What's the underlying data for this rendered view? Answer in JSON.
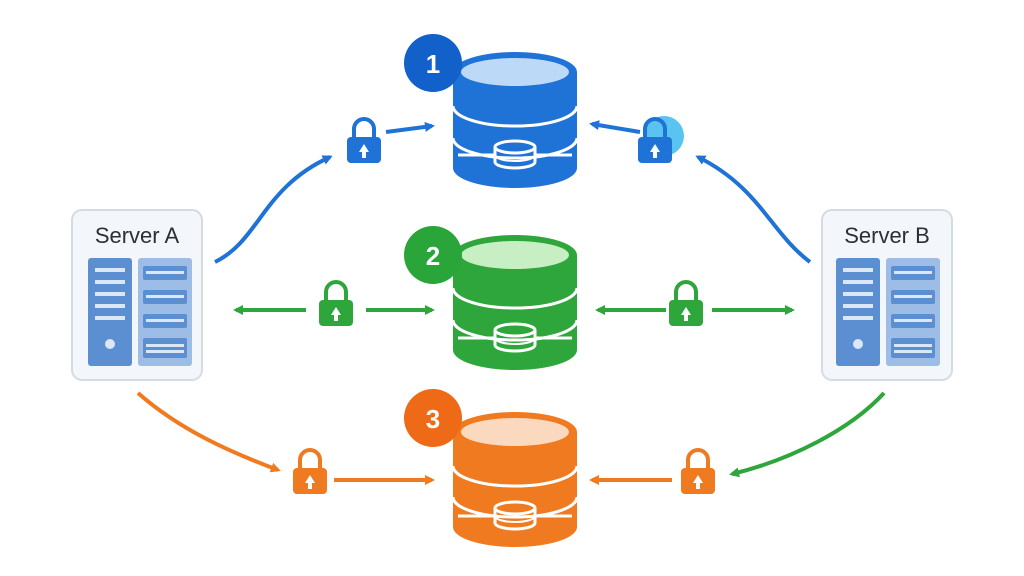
{
  "servers": {
    "a": {
      "label": "Server A"
    },
    "b": {
      "label": "Server B"
    }
  },
  "databases": [
    {
      "number": "1",
      "color": "#1f72d6",
      "light": "#bcd9f7",
      "badge": "#1260c9"
    },
    {
      "number": "2",
      "color": "#2ea63c",
      "light": "#c7efc3",
      "badge": "#2aa53a"
    },
    {
      "number": "3",
      "color": "#f07a1f",
      "light": "#fbd9bf",
      "badge": "#ef6a16"
    }
  ],
  "colors": {
    "server_panel": "#f3f6fa",
    "server_border": "#d5dbe3",
    "rack_blue": "#5b8fd1",
    "rack_light": "#9dbde6",
    "lock_cyan": "#58c4ef"
  },
  "icons": {
    "lock": "padlock-icon",
    "server": "server-rack-icon",
    "database": "database-cylinder-icon"
  }
}
